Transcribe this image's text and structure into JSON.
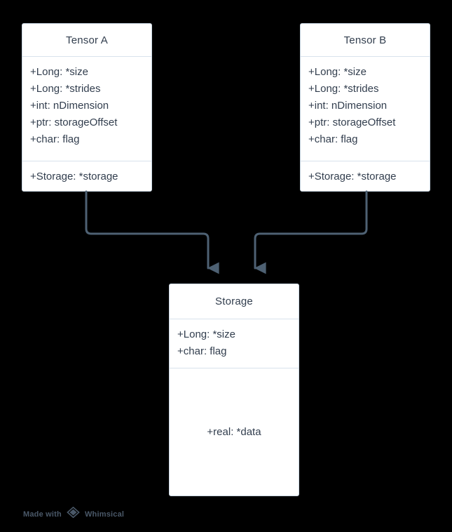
{
  "diagram": {
    "type": "uml-class-diagram",
    "background_color": "#000000",
    "box_fill_color": "#ffffff",
    "box_border_color": "#c9d6e2",
    "text_color": "#323e4e",
    "connector_color": "#4e6173",
    "classes": [
      {
        "id": "tensor-a",
        "title": "Tensor A",
        "attributes": [
          "+Long: *size",
          "+Long: *strides",
          "+int: nDimension",
          "+ptr: storageOffset",
          "+char: flag"
        ],
        "operations": [
          "+Storage: *storage"
        ]
      },
      {
        "id": "tensor-b",
        "title": "Tensor B",
        "attributes": [
          "+Long: *size",
          "+Long: *strides",
          "+int: nDimension",
          "+ptr: storageOffset",
          "+char: flag"
        ],
        "operations": [
          "+Storage: *storage"
        ]
      },
      {
        "id": "storage",
        "title": "Storage",
        "attributes": [
          "+Long: *size",
          "+char: flag"
        ],
        "operations": [
          "+real: *data"
        ]
      }
    ],
    "connectors": [
      {
        "id": "tensor-a-to-storage",
        "from": "tensor-a",
        "to": "storage",
        "style": "orthogonal-arrow"
      },
      {
        "id": "tensor-b-to-storage",
        "from": "tensor-b",
        "to": "storage",
        "style": "orthogonal-arrow"
      }
    ]
  },
  "watermark": {
    "prefix": "Made with",
    "brand": "Whimsical",
    "icon": "whimsical-diamond-icon"
  }
}
